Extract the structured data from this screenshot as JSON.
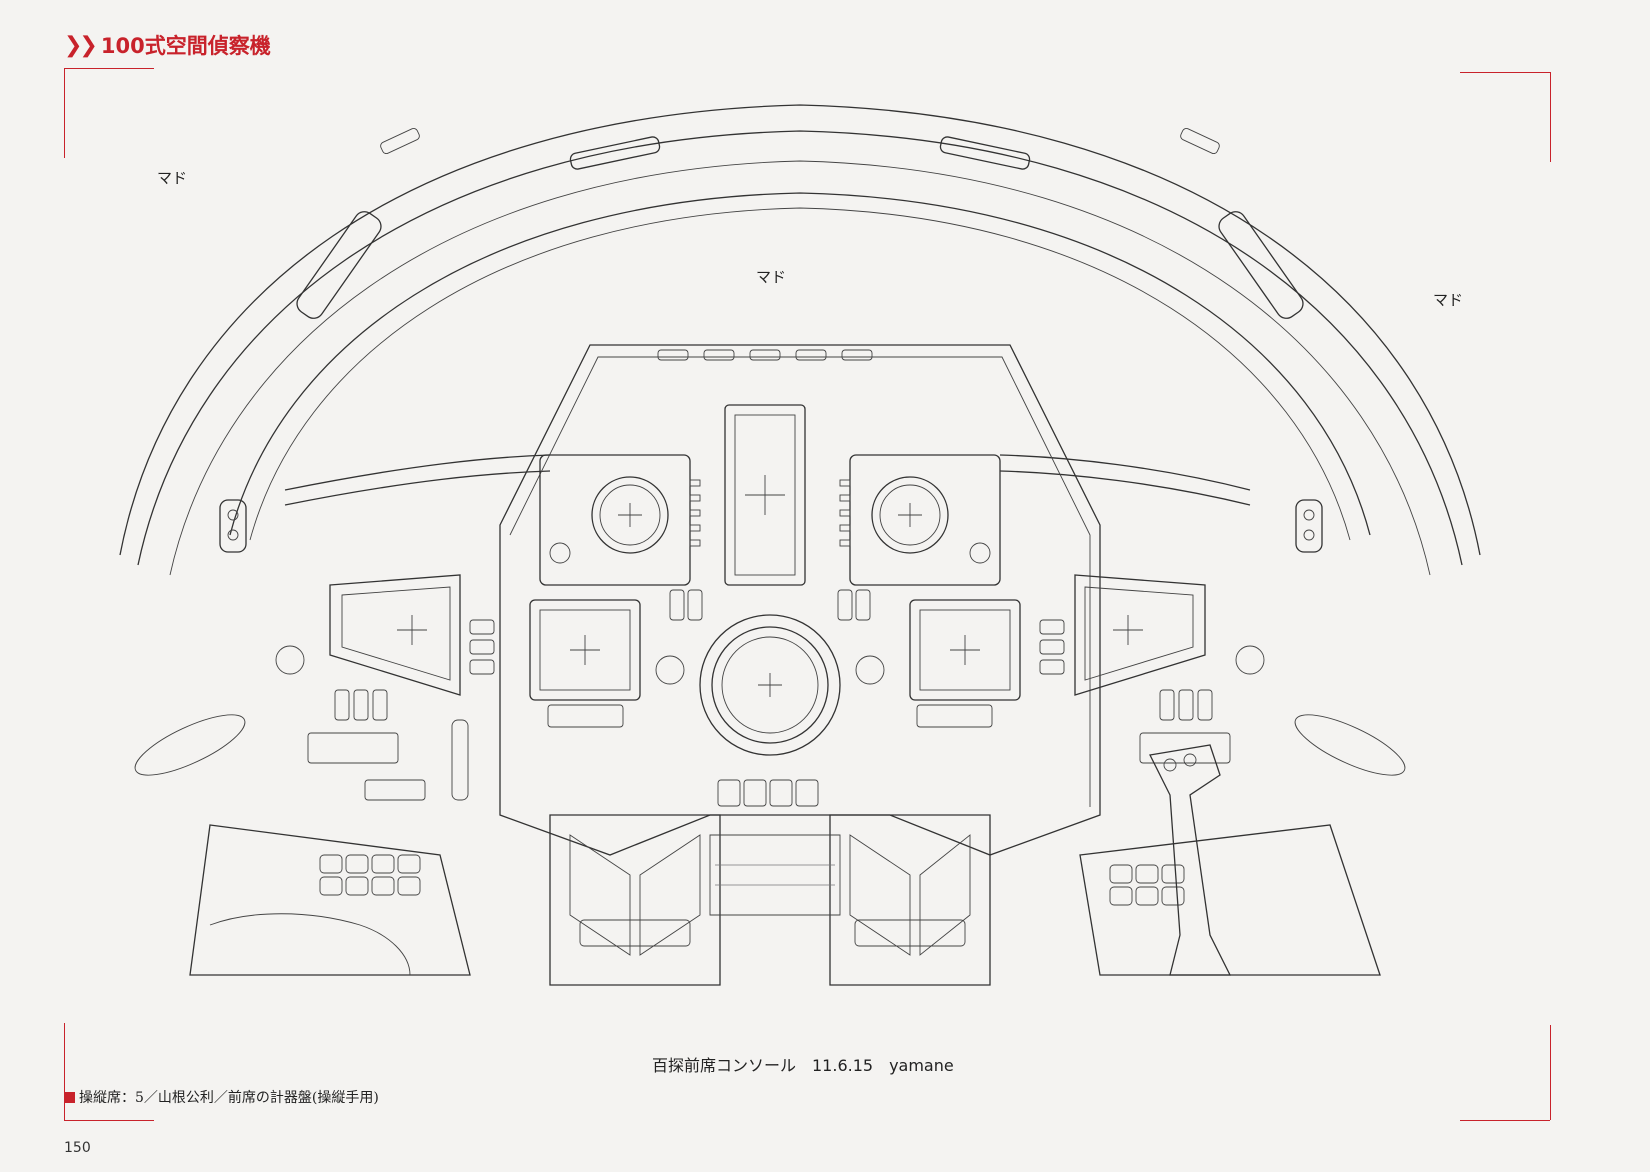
{
  "header": {
    "chevron": "❯❯",
    "title": "100式空間偵察機"
  },
  "labels": {
    "window_left": "マド",
    "window_center": "マド",
    "window_right": "マド"
  },
  "drawing_caption": "百探前席コンソール　11.6.15　yamane",
  "figure_caption": "操縦席：5／山根公利／前席の計器盤(操縦手用)",
  "page_number": "150",
  "colors": {
    "accent": "#c8222b",
    "paper": "#f4f3f1",
    "ink": "#333333"
  }
}
